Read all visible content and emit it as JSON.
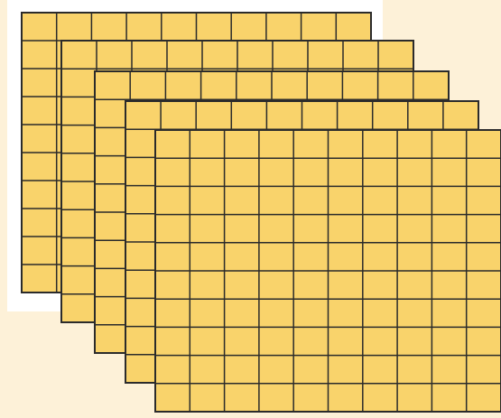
{
  "colors": {
    "background": "#fdf1d8",
    "back_panel": "#ffffff",
    "cell_fill": "#f9d36b",
    "grid_line": "#2b2b2b"
  },
  "flats": {
    "count": 5,
    "rows": 10,
    "columns": 10
  }
}
